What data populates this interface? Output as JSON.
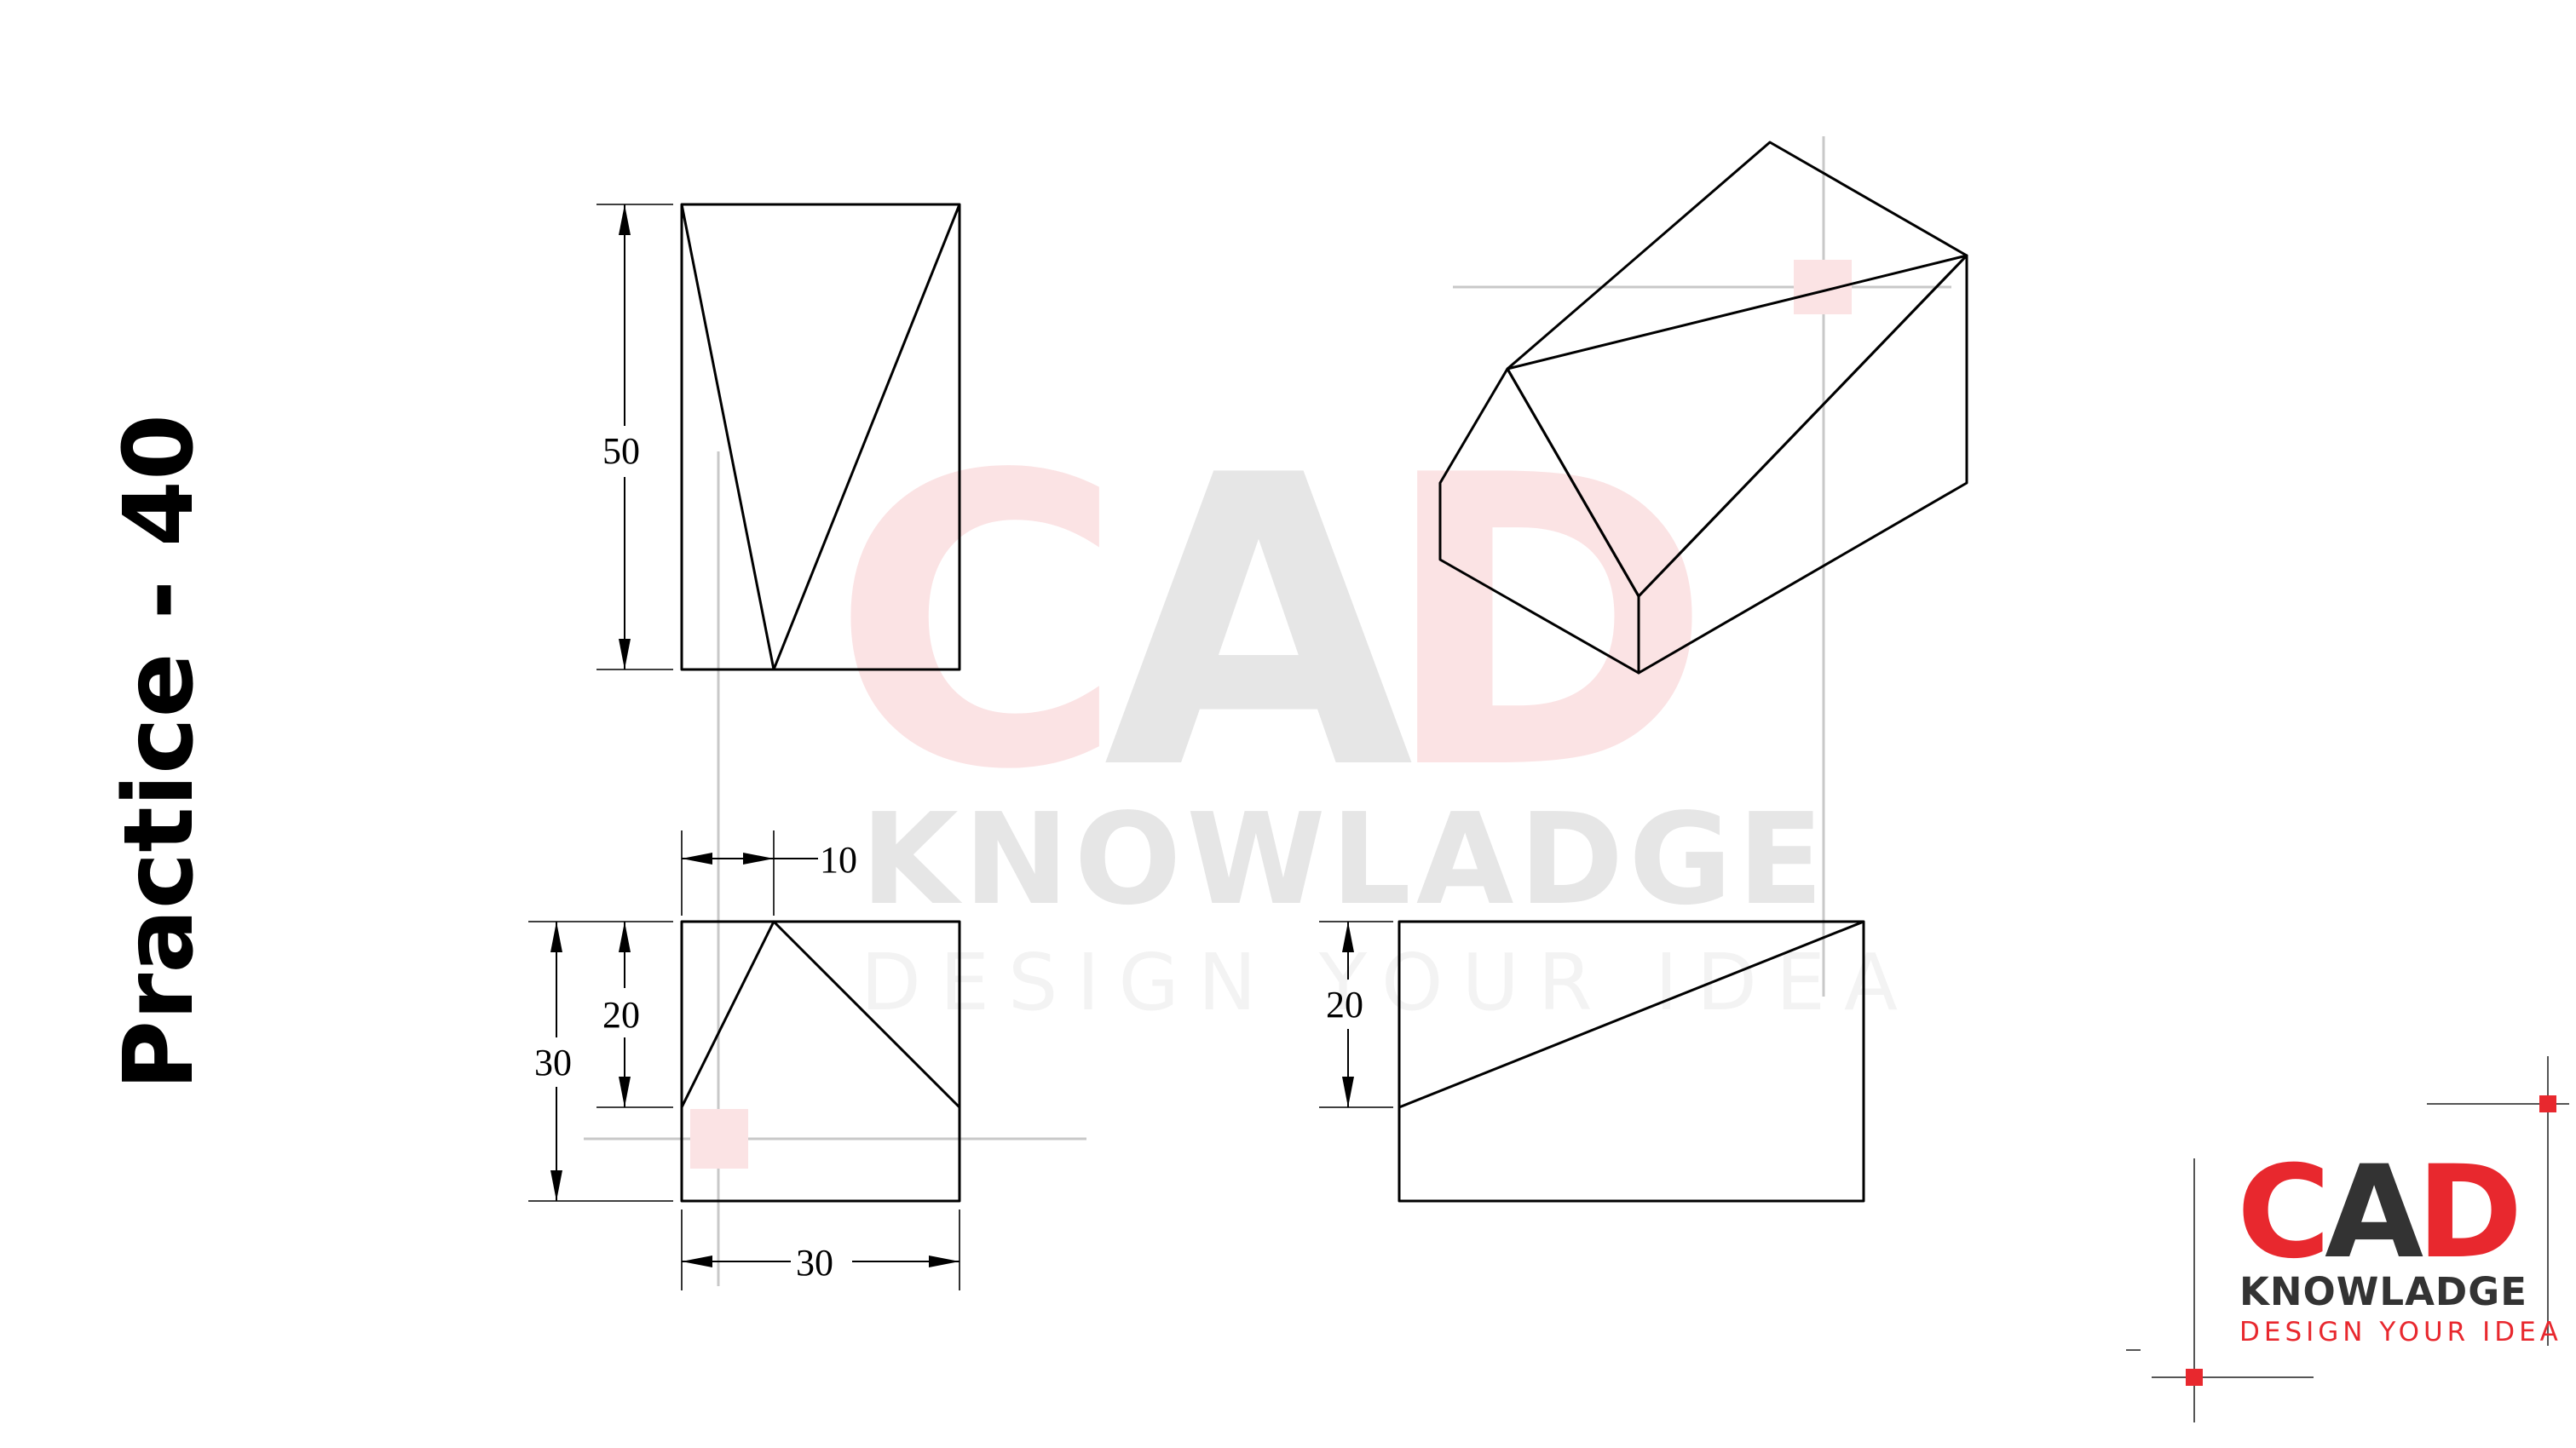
{
  "slide": {
    "title": "Practice - 40"
  },
  "watermark": {
    "letter_c": "C",
    "letter_a": "A",
    "letter_d": "D",
    "name": "KNOWLADGE",
    "tagline": "DESIGN YOUR IDEA"
  },
  "logo": {
    "letter_c": "C",
    "letter_a": "A",
    "letter_d": "D",
    "name": "KNOWLADGE",
    "tagline": "DESIGN YOUR IDEA"
  },
  "front_view": {
    "height_dim": "50"
  },
  "top_view": {
    "apex_offset_dim": "10",
    "inner_height_dim": "20",
    "depth_dim": "30",
    "width_dim": "30"
  },
  "side_view": {
    "slope_height_dim": "20"
  },
  "colors": {
    "brand_red": "#e8282e",
    "brand_dark": "#333333",
    "watermark_red": "#fbe3e4",
    "watermark_gray": "#e6e6e6",
    "guide_gray": "#c8c8c8"
  }
}
